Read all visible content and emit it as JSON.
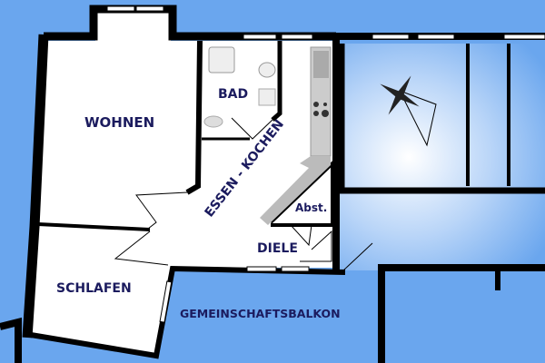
{
  "floor_plan": {
    "rooms": {
      "wohnen": "WOHNEN",
      "bad": "BAD",
      "essen_kochen": "ESSEN - KOCHEN",
      "abstellraum": "Abst.",
      "diele": "DIELE",
      "schlafen": "SCHLAFEN",
      "balkon": "GEMEINSCHAFTSBALKON"
    },
    "colors": {
      "background": "#6aa6ee",
      "label": "#1b1b5e",
      "walls": "#000000",
      "floor": "#ffffff"
    },
    "icons": [
      "compass-rose-icon",
      "bathtub-icon",
      "sink-icon",
      "toilet-icon",
      "stove-icon"
    ]
  }
}
